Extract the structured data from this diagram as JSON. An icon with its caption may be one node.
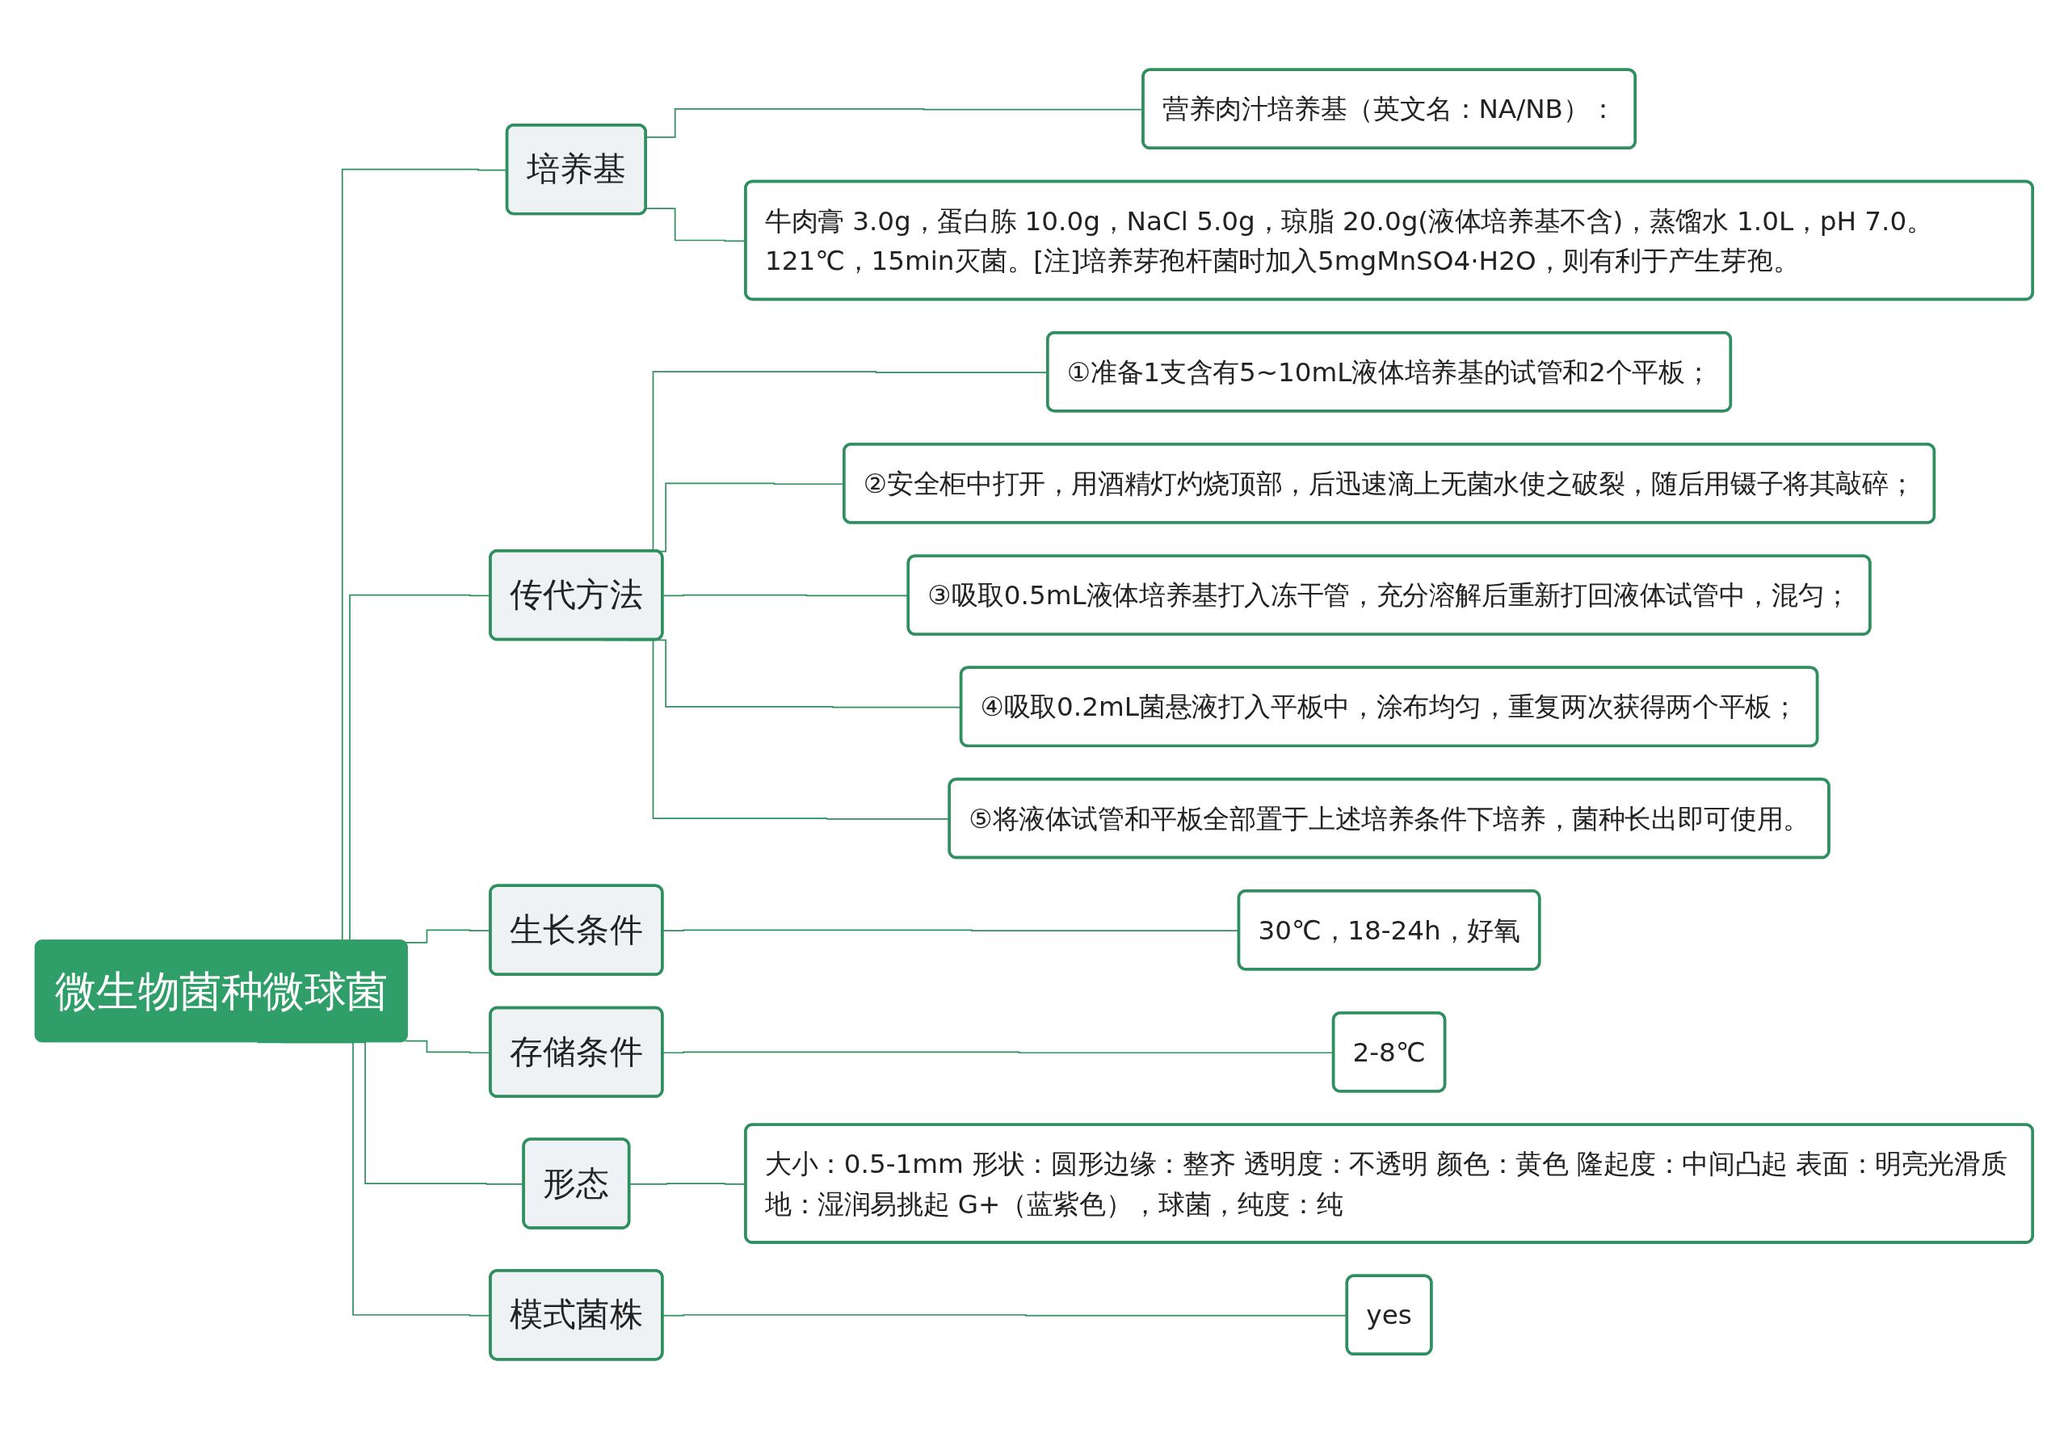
{
  "diagram": {
    "nodes": [
      {
        "text": [
          "微生物菌种微球菌"
        ]
      },
      {
        "text": [
          "培养基"
        ]
      },
      {
        "text": [
          "营养肉汁培养基（英文名：NA/NB）："
        ]
      },
      {
        "text": [
          "牛肉膏 3.0g，蛋白胨 10.0g，NaCl 5.0g，琼脂 20.0g(液体培养基不含)，蒸馏水 1.0L，pH 7.0。121℃，15min灭菌。[注]培养芽孢杆菌时加入5mgMnSO4·H2O，则有利于产生芽孢。"
        ]
      },
      {
        "text": [
          "传代方法"
        ]
      },
      {
        "text": [
          "①准备1支含有5~10mL液体培养基的试管和2个平板；"
        ]
      },
      {
        "text": [
          "②安全柜中打开，用酒精灯灼烧顶部，后迅速滴上无菌水使之破裂，随后用镊子将其敲碎；"
        ]
      },
      {
        "text": [
          "③吸取0.5mL液体培养基打入冻干管，充分溶解后重新打回液体试管中，混匀；"
        ]
      },
      {
        "text": [
          "④吸取0.2mL菌悬液打入平板中，涂布均匀，重复两次获得两个平板；"
        ]
      },
      {
        "text": [
          "⑤将液体试管和平板全部置于上述培养条件下培养，菌种长出即可使用。"
        ]
      },
      {
        "text": [
          "生长条件"
        ]
      },
      {
        "text": [
          "30℃，18-24h，好氧"
        ]
      },
      {
        "text": [
          "存储条件"
        ]
      },
      {
        "text": [
          "2-8℃"
        ]
      },
      {
        "text": [
          "形态"
        ]
      },
      {
        "text": [
          "大小：0.5-1mm 形状：圆形边缘：整齐 透明度：不透明 颜色：黄色 隆起度：中间凸起 表面：明亮光滑质地：湿润易挑起 G+（蓝紫色），球菌，纯度：纯"
        ]
      },
      {
        "text": [
          "模式菌株"
        ]
      },
      {
        "text": [
          "yes"
        ]
      }
    ],
    "edges": [
      {
        "from": 0,
        "to": 1,
        "arrow": "none"
      },
      {
        "from": 1,
        "to": 2,
        "arrow": "none"
      },
      {
        "from": 1,
        "to": 3,
        "arrow": "none"
      },
      {
        "from": 0,
        "to": 4,
        "arrow": "none"
      },
      {
        "from": 4,
        "to": 5,
        "arrow": "none"
      },
      {
        "from": 4,
        "to": 6,
        "arrow": "none"
      },
      {
        "from": 4,
        "to": 7,
        "arrow": "none"
      },
      {
        "from": 4,
        "to": 8,
        "arrow": "none"
      },
      {
        "from": 4,
        "to": 9,
        "arrow": "none"
      },
      {
        "from": 0,
        "to": 10,
        "arrow": "none"
      },
      {
        "from": 10,
        "to": 11,
        "arrow": "none"
      },
      {
        "from": 0,
        "to": 12,
        "arrow": "none"
      },
      {
        "from": 12,
        "to": 13,
        "arrow": "none"
      },
      {
        "from": 0,
        "to": 14,
        "arrow": "none"
      },
      {
        "from": 14,
        "to": 15,
        "arrow": "none"
      },
      {
        "from": 0,
        "to": 16,
        "arrow": "none"
      },
      {
        "from": 16,
        "to": 17,
        "arrow": "none"
      }
    ]
  }
}
